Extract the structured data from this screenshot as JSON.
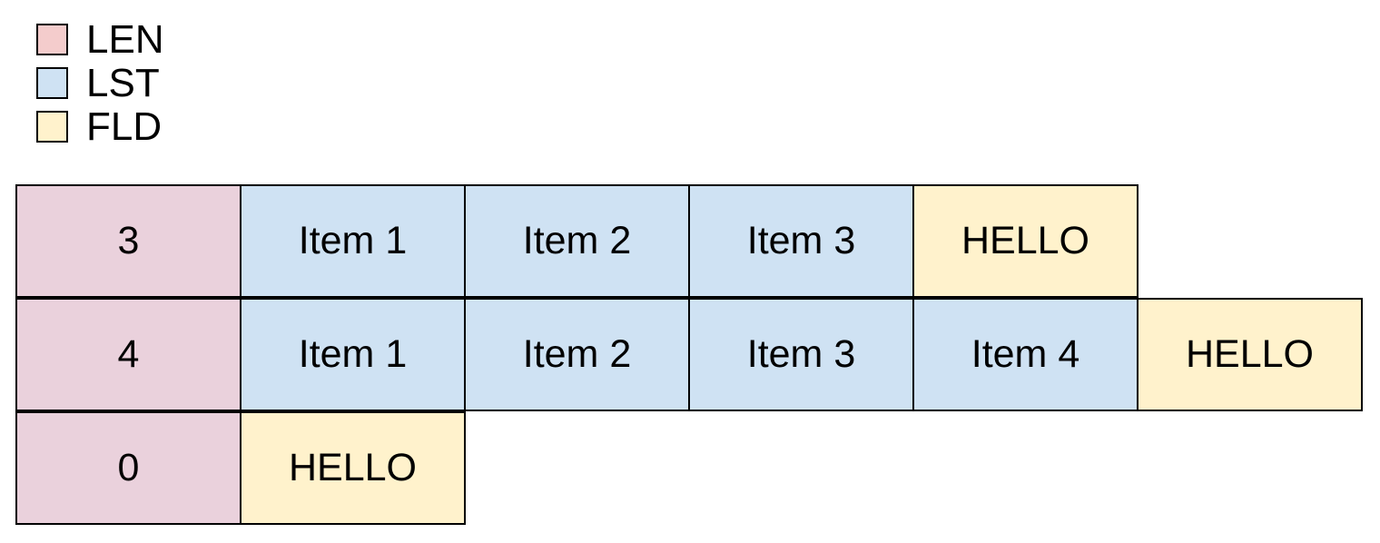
{
  "background": "#ffffff",
  "legend": {
    "items": [
      {
        "id": "len",
        "label": "LEN",
        "color": "#f4cccc"
      },
      {
        "id": "lst",
        "label": "LST",
        "color": "#cfe2f3"
      },
      {
        "id": "fld",
        "label": "FLD",
        "color": "#fff2cc"
      }
    ]
  },
  "diagram": {
    "cell_colors": {
      "LEN": "#ead1dc",
      "LST": "#cfe2f3",
      "FLD": "#fff2cc"
    },
    "border_color": "#000000",
    "rows": [
      {
        "name": "length-3",
        "cells": [
          {
            "text": "3",
            "type": "LEN"
          },
          {
            "text": "Item 1",
            "type": "LST"
          },
          {
            "text": "Item 2",
            "type": "LST"
          },
          {
            "text": "Item 3",
            "type": "LST"
          },
          {
            "text": "HELLO",
            "type": "FLD"
          }
        ]
      },
      {
        "name": "length-4",
        "cells": [
          {
            "text": "4",
            "type": "LEN"
          },
          {
            "text": "Item 1",
            "type": "LST"
          },
          {
            "text": "Item 2",
            "type": "LST"
          },
          {
            "text": "Item 3",
            "type": "LST"
          },
          {
            "text": "Item 4",
            "type": "LST"
          },
          {
            "text": "HELLO",
            "type": "FLD"
          }
        ]
      },
      {
        "name": "length-0",
        "cells": [
          {
            "text": "0",
            "type": "LEN"
          },
          {
            "text": "HELLO",
            "type": "FLD"
          }
        ]
      }
    ]
  }
}
